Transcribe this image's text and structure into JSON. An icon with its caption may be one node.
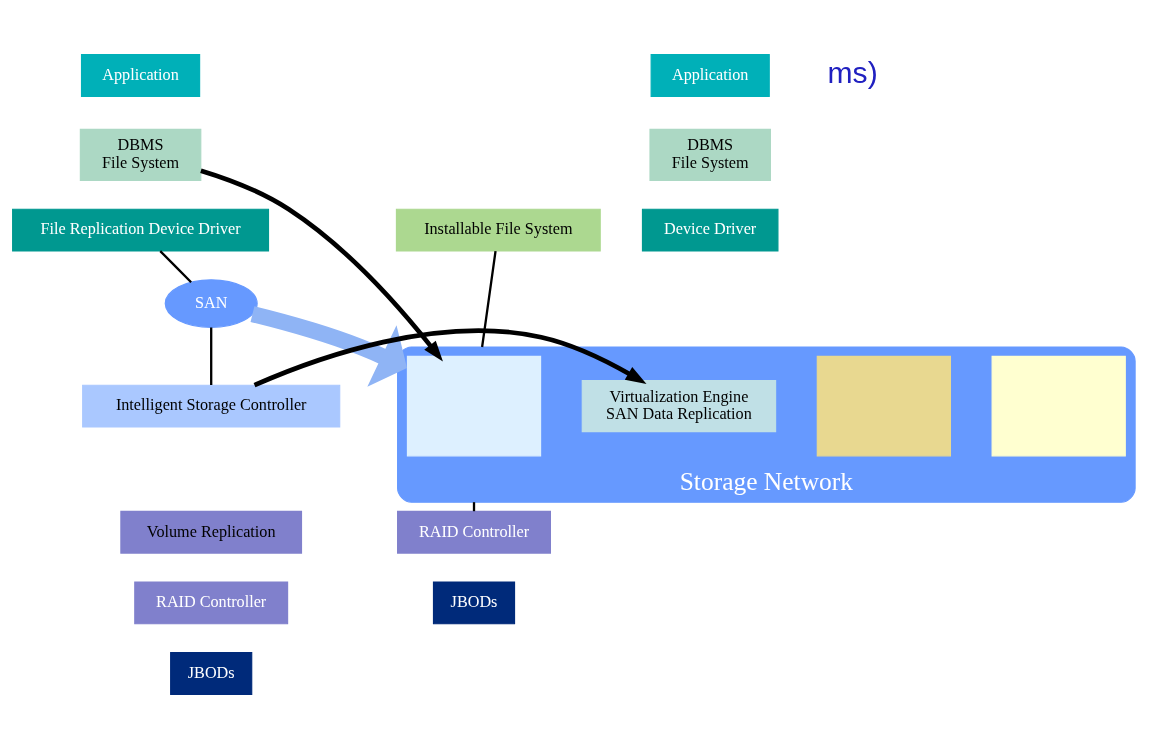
{
  "diagram": {
    "nodes": [
      {
        "text": [
          "Application"
        ]
      },
      {
        "text": [
          "DBMS",
          "File System"
        ]
      },
      {
        "text": [
          "File Replication Device Driver"
        ]
      },
      {
        "text": [
          "SAN"
        ]
      },
      {
        "text": [
          "Intelligent Storage Controller"
        ]
      },
      {
        "text": [
          "Volume Replication"
        ]
      },
      {
        "text": [
          "RAID Controller"
        ]
      },
      {
        "text": [
          "JBODs"
        ]
      },
      {
        "text": [
          "Storage Network"
        ]
      },
      {
        "text": [],
        "shape": "box",
        "in": 8
      },
      {
        "text": [
          "Virtualization Engine",
          "SAN Data Replication"
        ],
        "in": 8
      },
      {
        "text": [],
        "shape": "box",
        "in": 8
      },
      {
        "text": [],
        "shape": "box",
        "in": 8
      },
      {
        "text": [
          "Application"
        ]
      },
      {
        "text": [
          "DBMS",
          "File System"
        ]
      },
      {
        "text": [
          "Device Driver"
        ]
      },
      {
        "text": [
          "Installable File System"
        ]
      },
      {
        "text": [
          "RAID Controller"
        ]
      },
      {
        "text": [
          "JBODs"
        ]
      }
    ],
    "edges": [
      {
        "from": 2,
        "to": 3,
        "arrow": "none"
      },
      {
        "from": 3,
        "to": 4,
        "arrow": "none"
      },
      {
        "from": 1,
        "to": 9,
        "arrow": "to",
        "style": "thick"
      },
      {
        "from": 4,
        "to": 10,
        "arrow": "to",
        "style": "thick"
      },
      {
        "from": 3,
        "to": 8,
        "arrow": "to",
        "style": "thick",
        "color": "#8fb4f5"
      },
      {
        "from": 16,
        "to": 8,
        "arrow": "none"
      },
      {
        "from": 8,
        "to": 17,
        "arrow": "none"
      }
    ],
    "labels": [
      "ms)"
    ]
  }
}
